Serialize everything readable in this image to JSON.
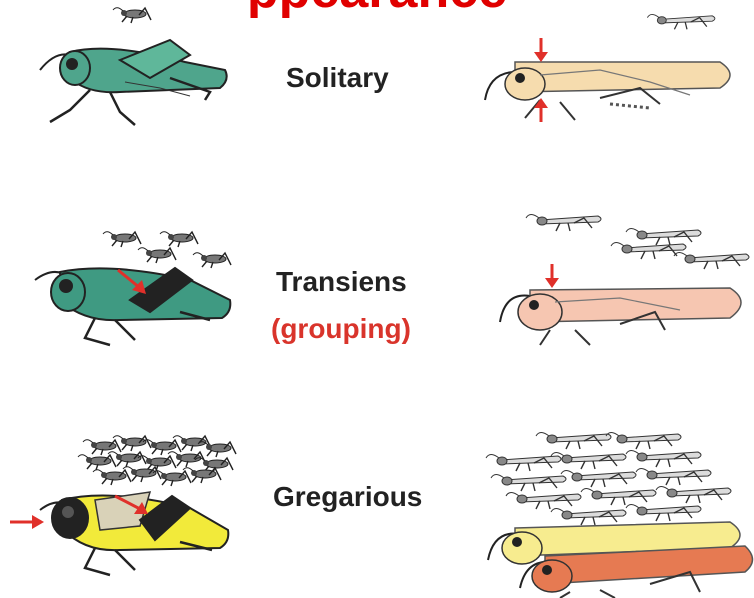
{
  "title_fragment": "ppearance",
  "phases": [
    {
      "id": "solitary",
      "label": "Solitary",
      "sublabel": ""
    },
    {
      "id": "transiens",
      "label": "Transiens",
      "sublabel": "(grouping)"
    },
    {
      "id": "gregarious",
      "label": "Gregarious",
      "sublabel": ""
    }
  ],
  "colors": {
    "title_red": "#e00000",
    "sublabel_red": "#d9342b",
    "arrow_red": "#e0302a",
    "nymph_solitary": "#4fa58c",
    "nymph_transiens": "#3f9a82",
    "nymph_gregarious_body": "#f2ea3a",
    "nymph_gregarious_dark": "#222222",
    "adult_solitary": "#f6dcae",
    "adult_transiens": "#f6c6b1",
    "adult_gregarious_yellow": "#f7ec8f",
    "adult_gregarious_red": "#e67a52",
    "small_locust": "#d8d8d8"
  }
}
